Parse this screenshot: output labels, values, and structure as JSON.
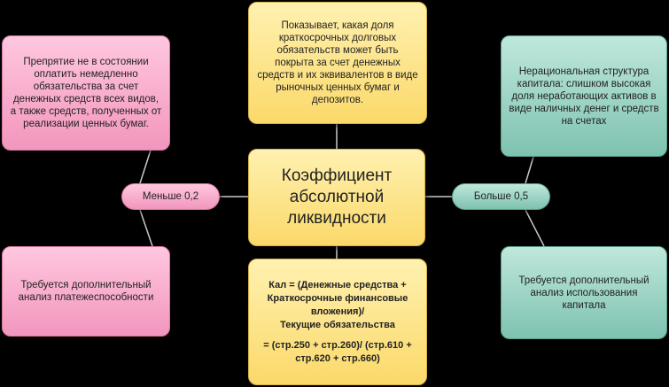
{
  "top": "Показывает, какая доля краткосрочных долговых обязательств может быть покрыта за счет денежных средств и их эквивалентов в виде рыночных ценных бумаг и депозитов.",
  "center": "Коэффициент абсолютной ликвидности",
  "formula": {
    "line1": "Кал =     (Денежные средства + Краткосрочные финансовые вложения)/",
    "line2": "Текущие обязательства",
    "line3": "= (стр.250 + стр.260)/ (стр.610 + стр.620 + стр.660)"
  },
  "left": {
    "pill": "Меньше 0,2",
    "top": "Препрятие не в состоянии оплатить немедленно обязательства за счет денежных средств всех видов, а также средств, полученных от реализации ценных бумаг.",
    "bottom": "Требуется дополнительный анализ платежеспособности"
  },
  "right": {
    "pill": "Больше 0,5",
    "top": "Нерациональная структура капитала: слишком высокая доля неработающих активов в виде наличных денег и средств на счетах",
    "bottom": "Требуется дополнительный анализ использования капитала"
  },
  "colors": {
    "pink": "#f6a9c9",
    "yellow": "#fce38a",
    "teal": "#9ed5c6",
    "connector": "#c8c8c8"
  }
}
